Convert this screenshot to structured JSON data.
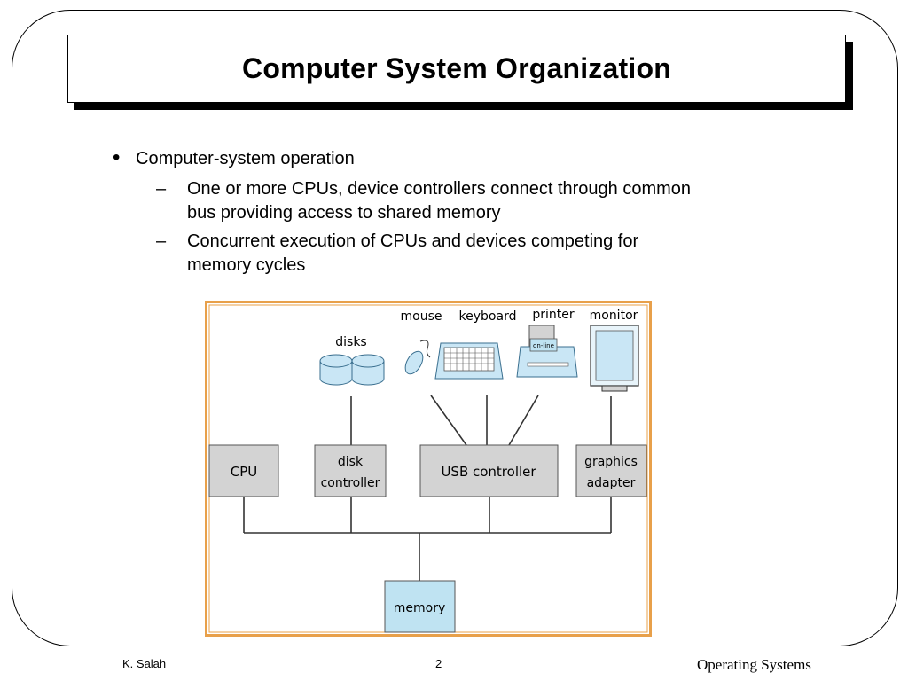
{
  "slide": {
    "title": "Computer System Organization",
    "bullet_symbol": "•",
    "dash_symbol": "–",
    "bullet": "Computer-system operation",
    "sub1_line1": "One or more CPUs, device controllers connect through common",
    "sub1_line2": "bus providing access to shared memory",
    "sub2_line1": "Concurrent execution of CPUs and devices competing for",
    "sub2_line2": "memory cycles"
  },
  "diagram": {
    "devices": {
      "disks": "disks",
      "mouse": "mouse",
      "keyboard": "keyboard",
      "printer": "printer",
      "printer_panel": "on-line",
      "monitor": "monitor"
    },
    "controllers": {
      "cpu": "CPU",
      "disk_line1": "disk",
      "disk_line2": "controller",
      "usb": "USB controller",
      "graphics_line1": "graphics",
      "graphics_line2": "adapter"
    },
    "memory": "memory",
    "colors": {
      "frame_orange": "#e8a04a",
      "controller_gray": "#d3d3d3",
      "memory_blue": "#bfe3f2",
      "device_blue": "#c9e6f5"
    }
  },
  "footer": {
    "author": "K. Salah",
    "page": "2",
    "course": "Operating Systems"
  }
}
